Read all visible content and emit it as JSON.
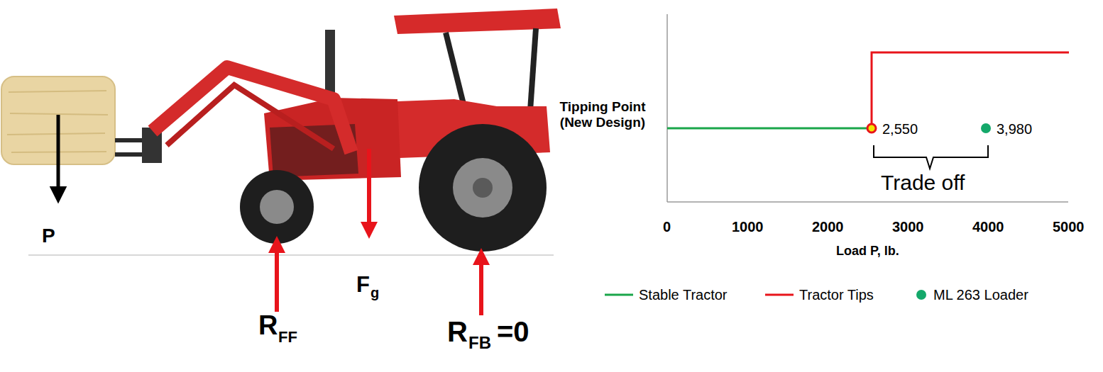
{
  "diagram": {
    "labels": [
      "P",
      "F",
      "g",
      "R",
      "FF",
      "R",
      "FB",
      "=0",
      "Tipping Point (New Design)",
      "2,550",
      "3,980",
      "Trade off",
      "0",
      "1000",
      "2000",
      "3000",
      "4000",
      "5000",
      "Load P, lb."
    ],
    "legend": [
      {
        "text": "Stable Tractor"
      },
      {
        "text": "Tractor Tips"
      },
      {
        "text": "ML 263 Loader"
      }
    ]
  }
}
